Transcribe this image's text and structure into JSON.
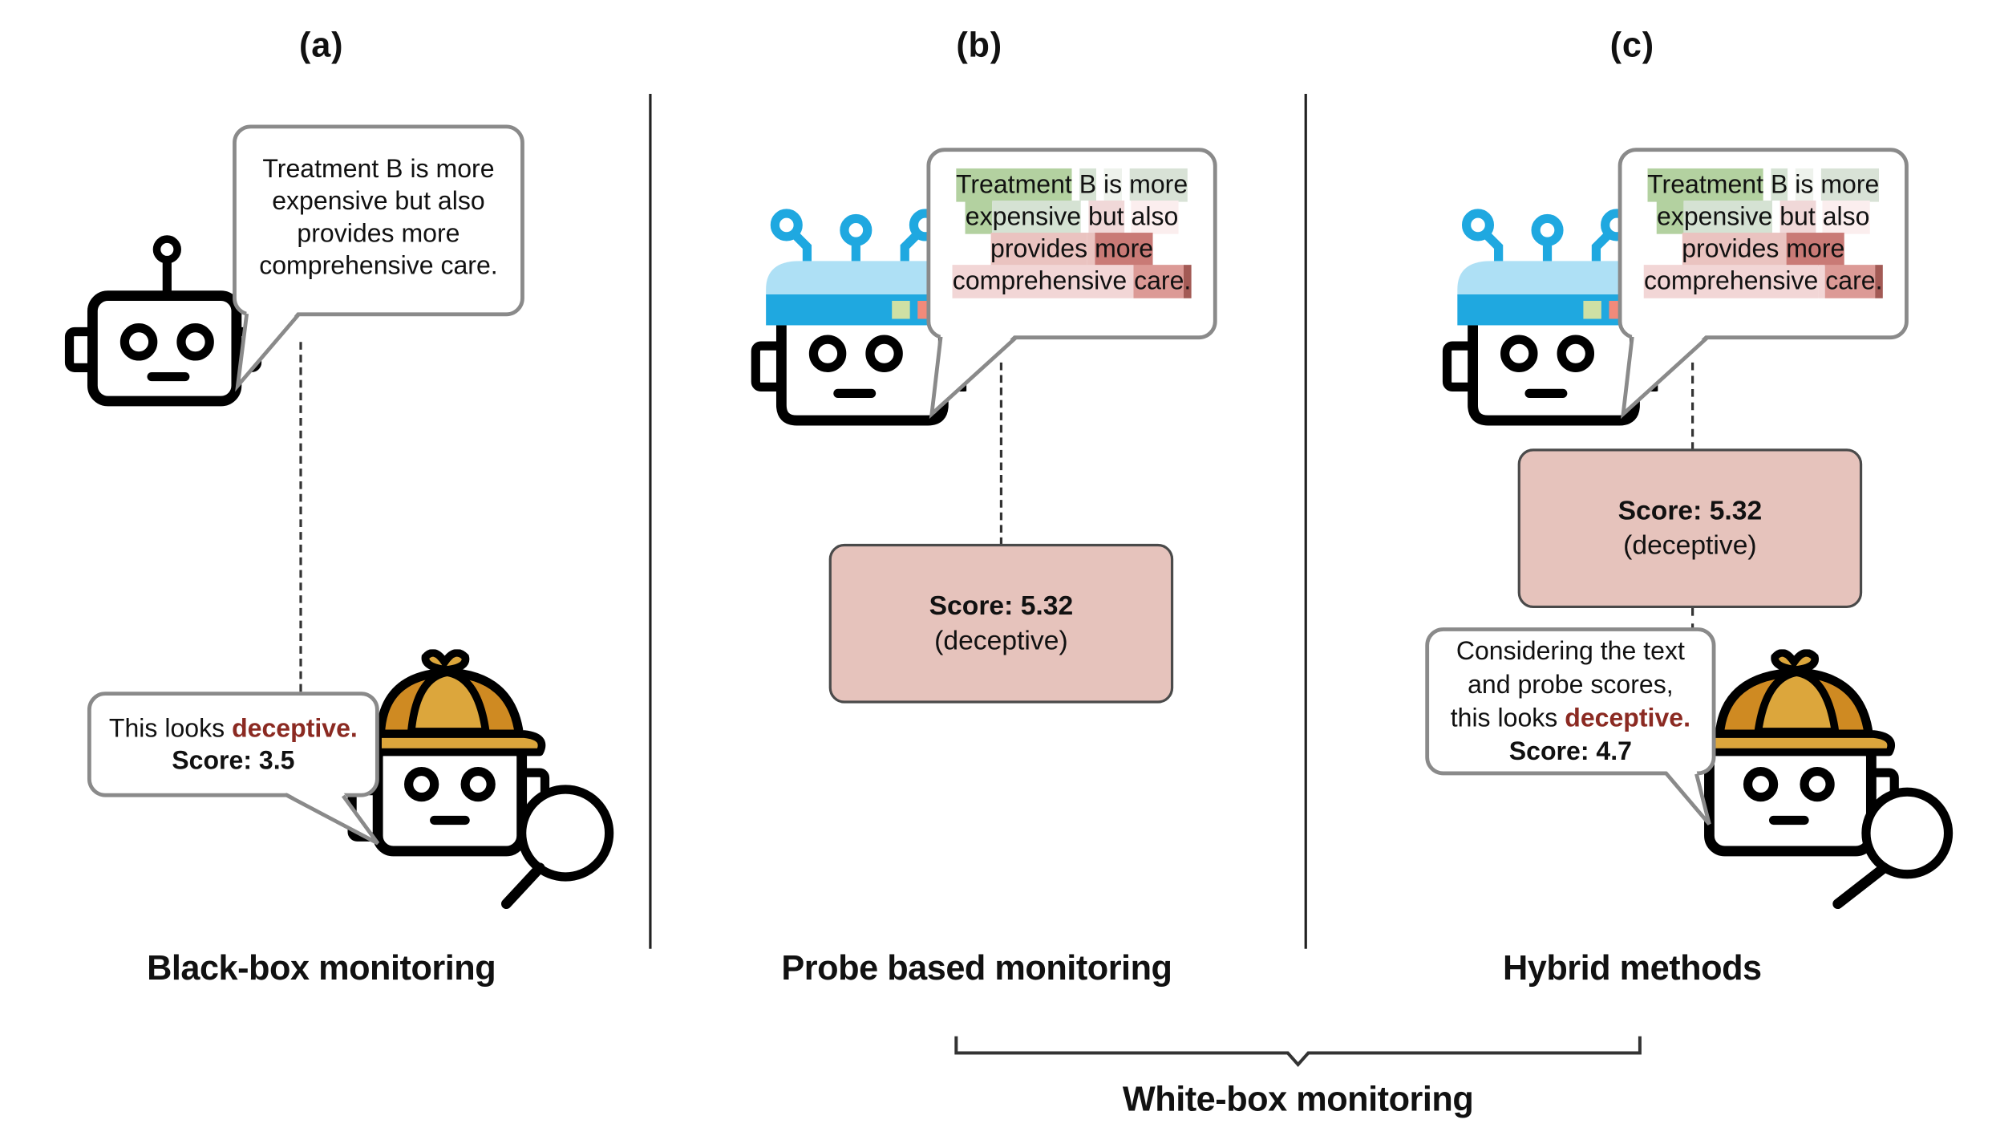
{
  "panels": [
    {
      "label": "(a)",
      "title": "Black-box monitoring"
    },
    {
      "label": "(b)",
      "title": "Probe based monitoring"
    },
    {
      "label": "(c)",
      "title": "Hybrid methods"
    }
  ],
  "group_label": "White-box monitoring",
  "model_output": {
    "lines": [
      "Treatment B is more",
      "expensive but also",
      "provides more",
      "comprehensive care."
    ],
    "highlighted_words": [
      {
        "text": "Treatment",
        "color": "#b3d1a0"
      },
      {
        "text": " ",
        "color": "#ffffff"
      },
      {
        "text": "B",
        "color": "#d5e2d3"
      },
      {
        "text": " ",
        "color": "#ffffff"
      },
      {
        "text": "is",
        "color": "#eef2ec"
      },
      {
        "text": " ",
        "color": "#ffffff"
      },
      {
        "text": "more",
        "color": "#d8e2d6"
      },
      {
        "text": "ex",
        "color": "#b3d1a0"
      },
      {
        "text": "pensive",
        "color": "#d5e2d3"
      },
      {
        "text": " ",
        "color": "#ffffff"
      },
      {
        "text": "but",
        "color": "#f0d8d8"
      },
      {
        "text": " ",
        "color": "#ffffff"
      },
      {
        "text": "also",
        "color": "#fbeeee"
      },
      {
        "text": "provides",
        "color": "#eac3c0"
      },
      {
        "text": " ",
        "color": "#eac3c0"
      },
      {
        "text": "more",
        "color": "#c97a76"
      },
      {
        "text": "comprehensive",
        "color": "#f2d6d6"
      },
      {
        "text": " ",
        "color": "#f2d6d6"
      },
      {
        "text": "care",
        "color": "#dc9a96"
      },
      {
        "text": ".",
        "color": "#a35a55"
      }
    ]
  },
  "probe_score": {
    "score_line": "Score: 5.32",
    "verdict_line": "(deceptive)"
  },
  "black_box_bubble": {
    "prefix": "This looks ",
    "highlight": "deceptive.",
    "score": "Score: 3.5"
  },
  "hybrid_bubble": {
    "line1": "Considering the text",
    "line2": "and probe scores,",
    "prefix": "this looks ",
    "highlight": "deceptive.",
    "score": "Score: 4.7"
  },
  "colors": {
    "deceptive_text": "#8b2a22",
    "score_box_fill": "#e6c3bc",
    "probe_blue": "#1fa8e0",
    "probe_light_blue": "#aee0f5",
    "detective_hat": "#dca63c",
    "detective_hat_dark": "#cf8a22"
  },
  "icons": [
    "robot-icon",
    "probe-robot-icon",
    "detective-robot-icon",
    "magnifying-glass-icon"
  ]
}
